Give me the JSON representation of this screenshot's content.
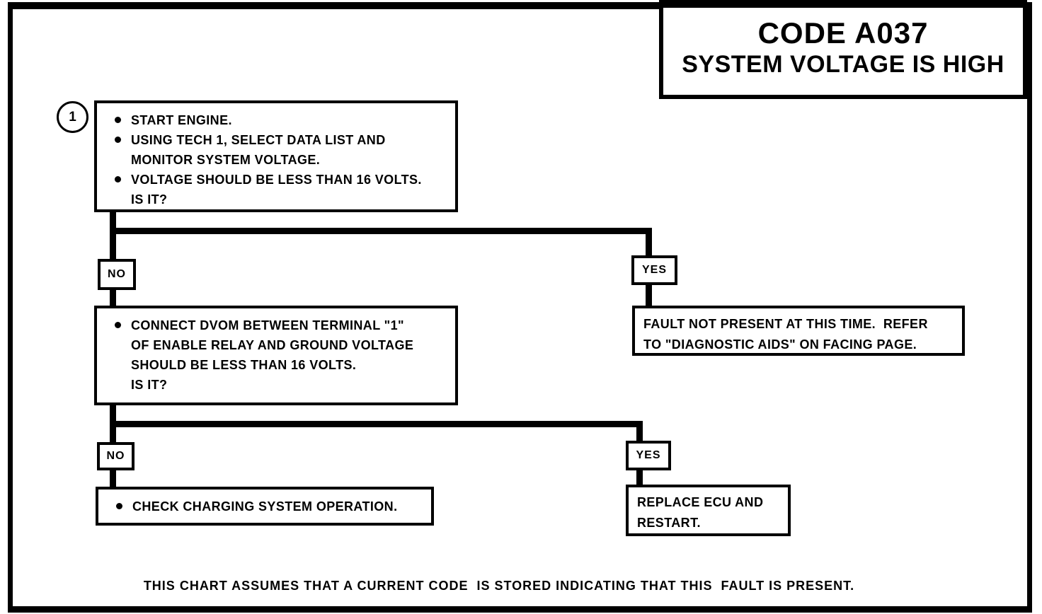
{
  "colors": {
    "ink": "#000000",
    "paper": "#ffffff"
  },
  "title_box": {
    "code": "CODE A037",
    "subtitle": "SYSTEM VOLTAGE IS HIGH"
  },
  "step_circle": {
    "number": "1"
  },
  "flow": {
    "step1": {
      "lines": [
        {
          "b": 1,
          "t": "START ENGINE."
        },
        {
          "b": 1,
          "t": "USING TECH 1, SELECT DATA LIST AND"
        },
        {
          "b": 0,
          "t": "MONITOR SYSTEM VOLTAGE."
        },
        {
          "b": 1,
          "t": "VOLTAGE SHOULD BE LESS THAN 16 VOLTS."
        },
        {
          "b": 0,
          "t": "IS IT?"
        }
      ]
    },
    "branch1": {
      "no": "NO",
      "yes": "YES"
    },
    "fault_not_present": {
      "lines": [
        {
          "b": 0,
          "t": "FAULT NOT PRESENT AT THIS TIME.  REFER"
        },
        {
          "b": 0,
          "t": "TO \"DIAGNOSTIC AIDS\" ON FACING PAGE."
        }
      ]
    },
    "step2": {
      "lines": [
        {
          "b": 1,
          "t": "CONNECT DVOM BETWEEN TERMINAL \"1\""
        },
        {
          "b": 0,
          "t": "OF ENABLE RELAY AND GROUND VOLTAGE"
        },
        {
          "b": 0,
          "t": "SHOULD BE LESS THAN 16 VOLTS."
        },
        {
          "b": 0,
          "t": "IS IT?"
        }
      ]
    },
    "branch2": {
      "no": "NO",
      "yes": "YES"
    },
    "check_charging": {
      "lines": [
        {
          "b": 1,
          "t": "CHECK CHARGING SYSTEM OPERATION."
        }
      ]
    },
    "replace_ecu": {
      "lines": [
        {
          "b": 0,
          "t": "REPLACE ECU AND"
        },
        {
          "b": 0,
          "t": "RESTART."
        }
      ]
    }
  },
  "footer": {
    "note": "THIS CHART ASSUMES THAT A CURRENT CODE  IS STORED INDICATING THAT THIS  FAULT IS PRESENT."
  }
}
